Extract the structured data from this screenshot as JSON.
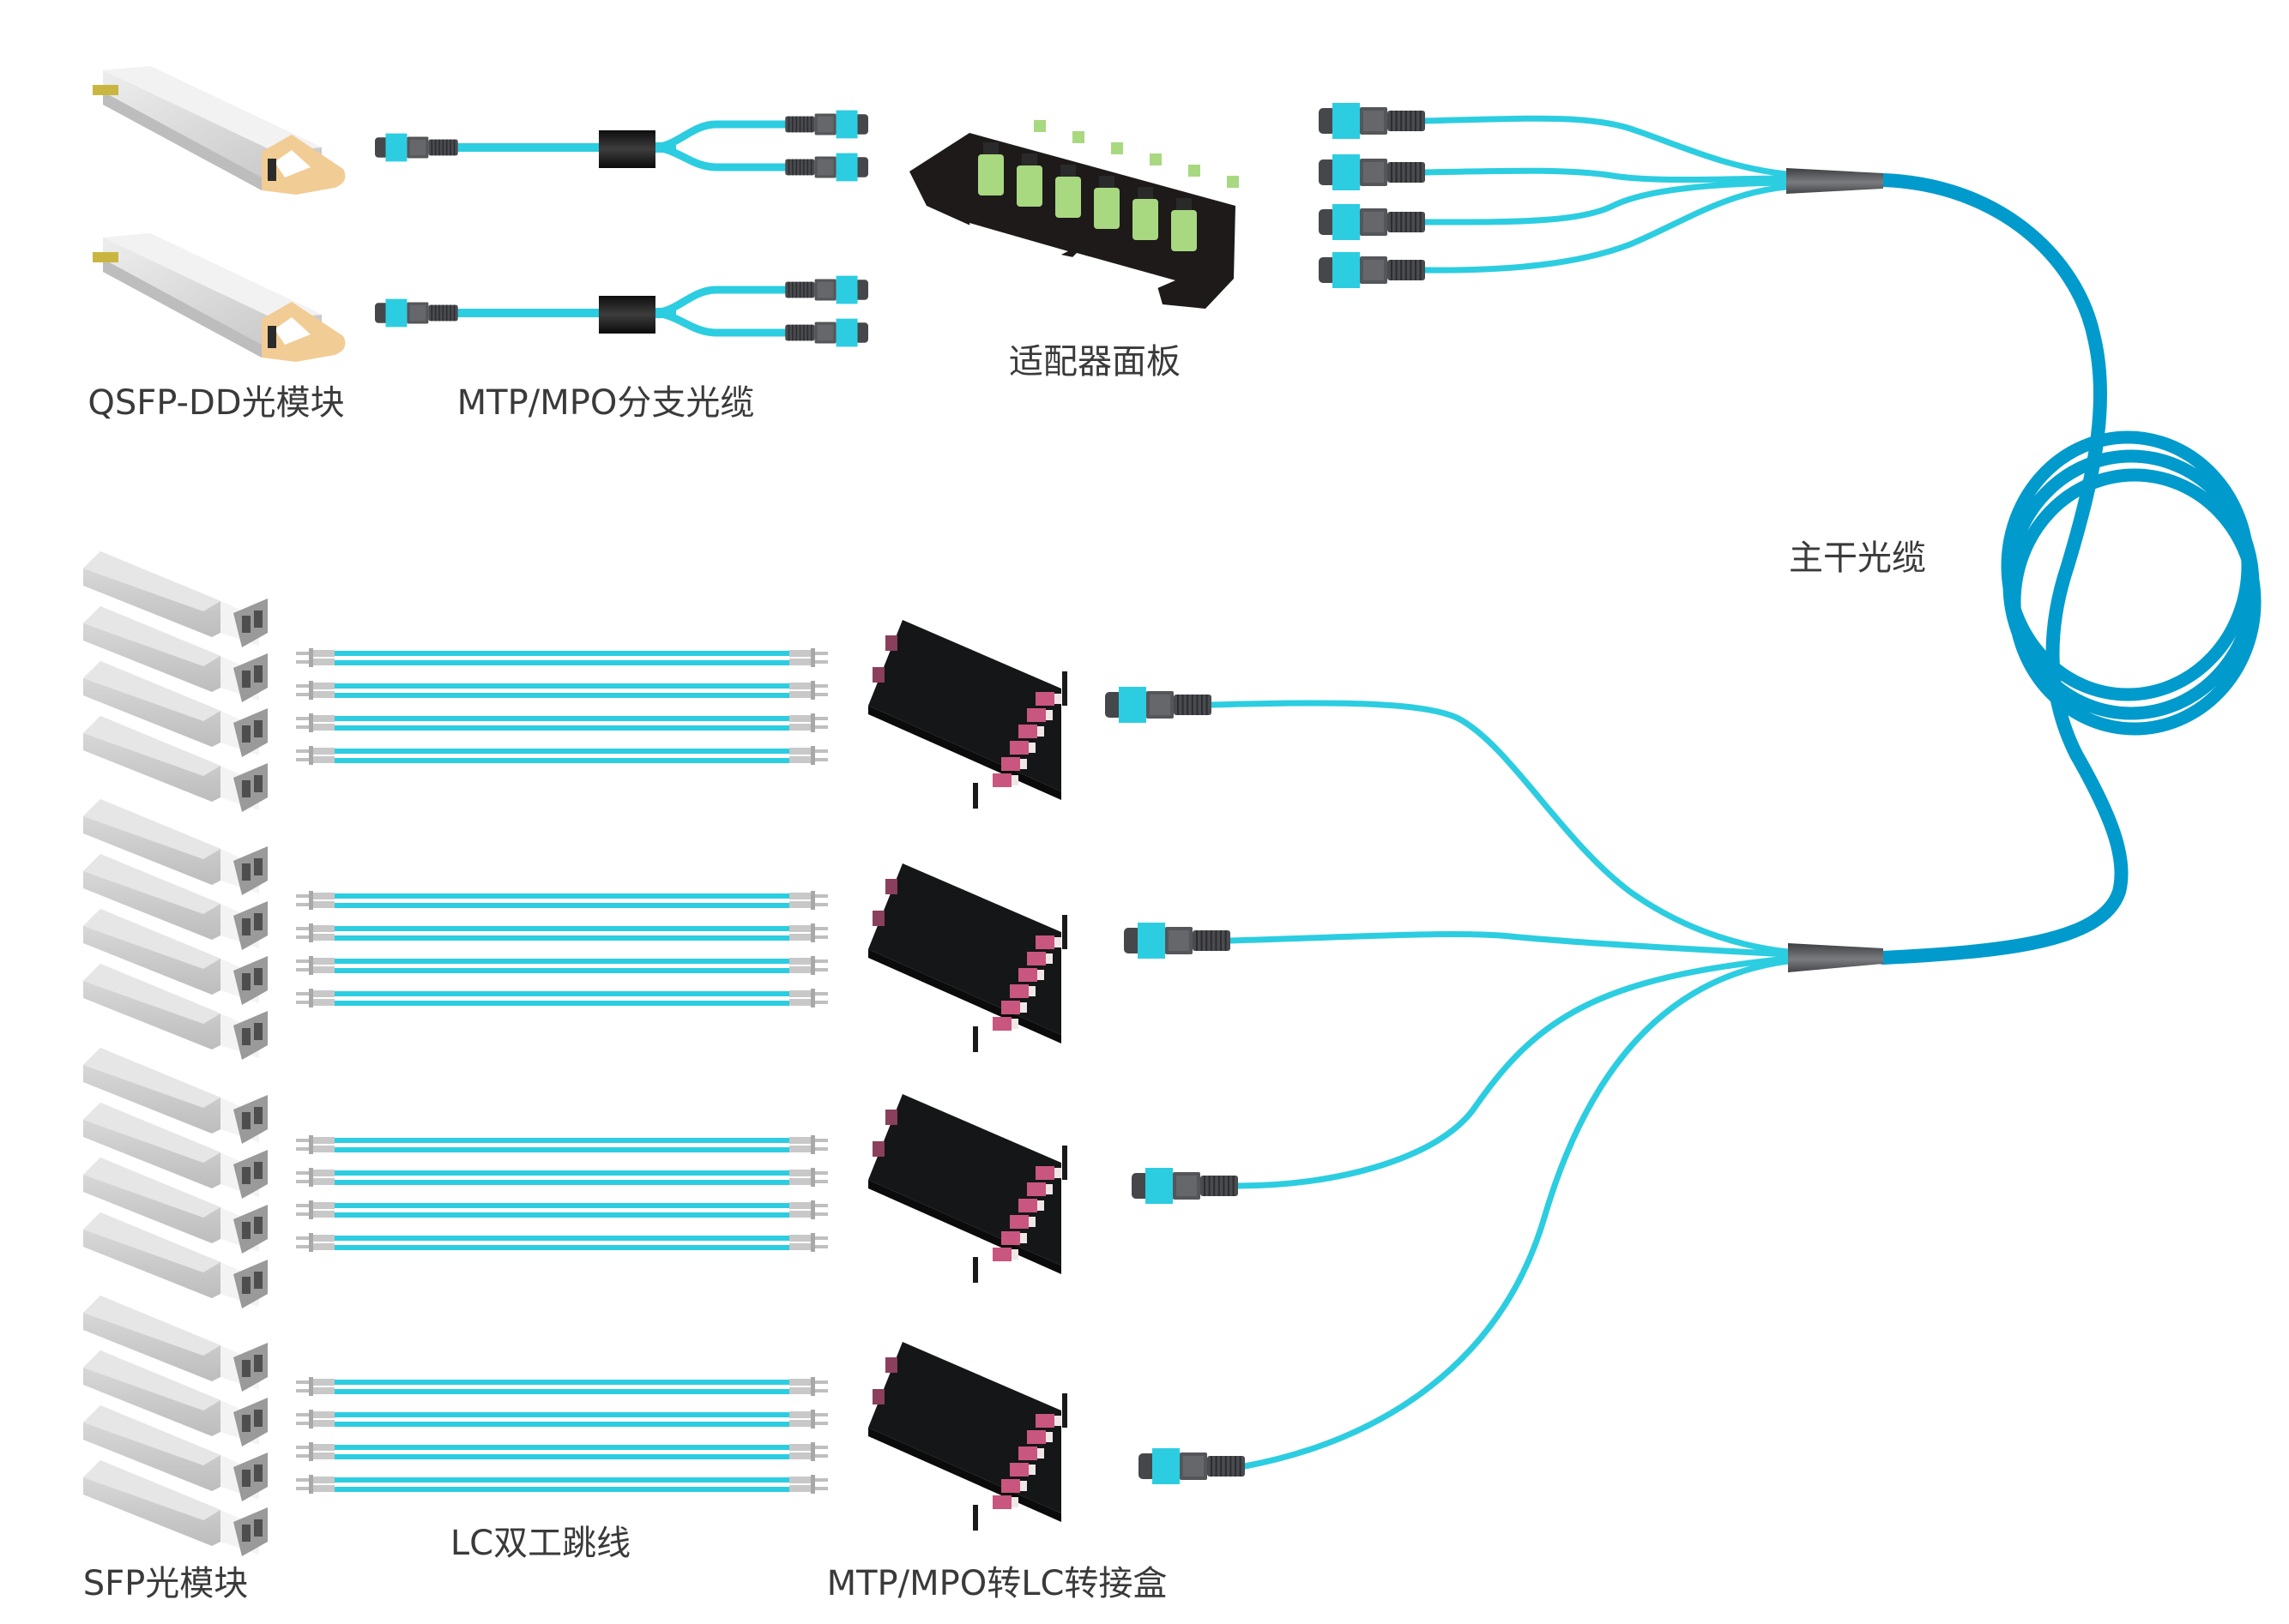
{
  "title": "光纤布线拓扑示意图",
  "colors": {
    "background": "#ffffff",
    "label_text": "#3a3a3a",
    "aqua_cable": "#2ccde0",
    "trunk_cable": "#009bcc",
    "connector_dark": "#46474b",
    "connector_aqua_collar": "#2ccde0",
    "boot_gray": "#5e5f63",
    "qsfp_body": "#d9d9d9",
    "qsfp_pull_tab": "#f2cc95",
    "sfp_body": "#cfcfcf",
    "adapter_panel_frame": "#1e1a1a",
    "adapter_panel_adapters": "#a8d880",
    "cassette_body": "#151617",
    "cassette_lc_ports": "#c8567e",
    "lc_connector": "#c8c8c8"
  },
  "labels": {
    "qsfp_module": "QSFP-DD光模块",
    "mtp_breakout_cable": "MTP/MPO分支光缆",
    "adapter_panel": "适配器面板",
    "trunk_cable": "主干光缆",
    "sfp_module": "SFP光模块",
    "lc_duplex_jumper": "LC双工跳线",
    "mtp_lc_cassette": "MTP/MPO转LC转接盒"
  },
  "components": {
    "qsfp_modules": {
      "count": 2,
      "icon": "qsfp-dd-transceiver-icon"
    },
    "mtp_breakout_cables": {
      "count": 2,
      "branches_each": 2,
      "icon": "mtp-breakout-cable-icon"
    },
    "adapter_panel": {
      "count": 1,
      "adapters": 6,
      "icon": "mtp-adapter-panel-icon"
    },
    "trunk_cable": {
      "upper_fanout_legs": 4,
      "lower_fanout_legs": 4,
      "icon": "trunk-cable-coil-icon"
    },
    "sfp_modules": {
      "groups": 4,
      "per_group": 4,
      "icon": "sfp-transceiver-icon"
    },
    "lc_duplex_jumpers": {
      "groups": 4,
      "per_group": 4,
      "icon": "lc-duplex-jumper-icon"
    },
    "mtp_lc_cassettes": {
      "count": 4,
      "lc_duplex_ports_each": 6,
      "mtp_ports_each": 2,
      "icon": "mtp-lc-cassette-icon"
    }
  }
}
